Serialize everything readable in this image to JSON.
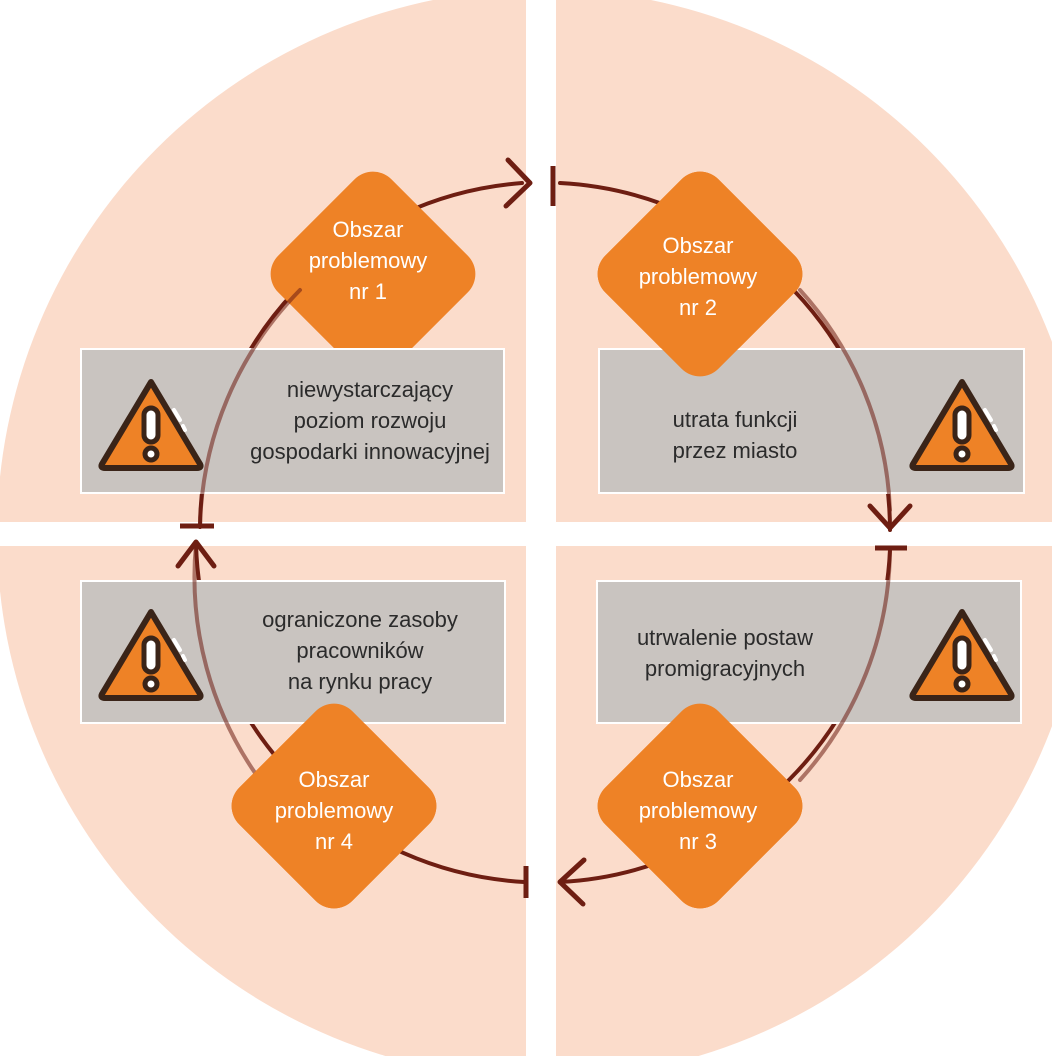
{
  "colors": {
    "quadrant": "#fbdccb",
    "diamond": "#ee8226",
    "box": "#c9c4c0",
    "arrow": "#6e1e12",
    "warning_fill": "#ee8226",
    "warning_stroke": "#3a2418"
  },
  "areas": [
    {
      "title": "Obszar\nproblemowy\nnr 1",
      "problem": "niewystarczający\npoziom rozwoju\ngospodarki innowacyjnej",
      "icon": "warning-icon"
    },
    {
      "title": "Obszar\nproblemowy\nnr 2",
      "problem": "utrata funkcji\nprzez miasto",
      "icon": "warning-icon"
    },
    {
      "title": "Obszar\nproblemowy\nnr 3",
      "problem": "utrwalenie postaw\npromigracyjnych",
      "icon": "warning-icon"
    },
    {
      "title": "Obszar\nproblemowy\nnr 4",
      "problem": "ograniczone zasoby\npracowników\nna rynku pracy",
      "icon": "warning-icon"
    }
  ]
}
